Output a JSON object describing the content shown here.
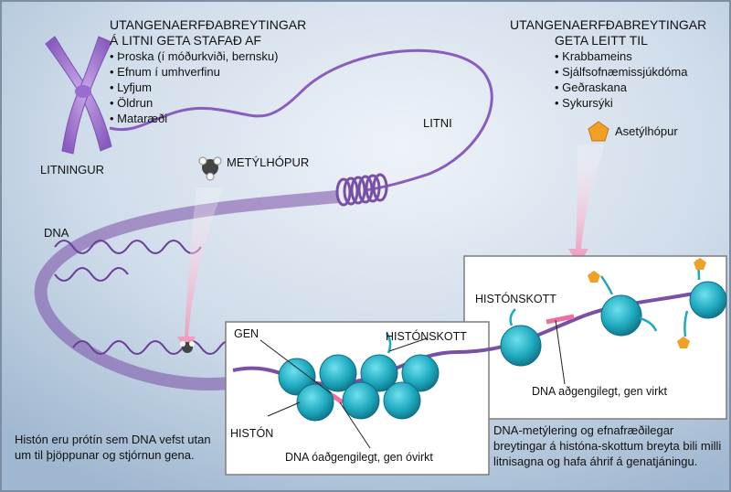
{
  "causes": {
    "heading": [
      "UTANGENAERFÐABREYTINGAR",
      "Á LITNI GETA STAFAÐ AF"
    ],
    "items": [
      "Þroska (í móðurkviði, bernsku)",
      "Efnum í umhverfinu",
      "Lyfjum",
      "Öldrun",
      "Mataræði"
    ]
  },
  "effects": {
    "heading": [
      "UTANGENAERFÐABREYTINGAR",
      "GETA LEITT TIL"
    ],
    "items": [
      "Krabbameins",
      "Sjálfsofnæmissjúkdóma",
      "Geðraskana",
      "Sykursýki"
    ]
  },
  "labels": {
    "chromosome": "LITNINGUR",
    "chromatin": "LITNI",
    "methyl": "METÝLHÓPUR",
    "acetyl": "Asetýlhópur",
    "dna": "DNA",
    "histone_tail_left": "HISTÓNSKOTT",
    "histone_tail_right": "HISTÓNSKOTT",
    "gene": "GEN",
    "histone": "HISTÓN",
    "dna_accessible": "DNA aðgengilegt, gen virkt",
    "dna_inaccessible": "DNA óaðgengilegt, gen óvirkt"
  },
  "captions": {
    "histone_note": "Histón eru prótín sem DNA vefst utan um til þjöppunar og stjórnun gena.",
    "methylation_note": "DNA-metýlering og efnafræðilegar breytingar á históna-skottum breyta bili milli litnisagna og hafa áhrif á genatjáningu."
  },
  "colors": {
    "background": "#bcd0e4",
    "dna_strand": "#7a4fa6",
    "histone": "#1ea9bf",
    "acetyl": "#f0a025",
    "arrow": "#f1a6c0"
  }
}
